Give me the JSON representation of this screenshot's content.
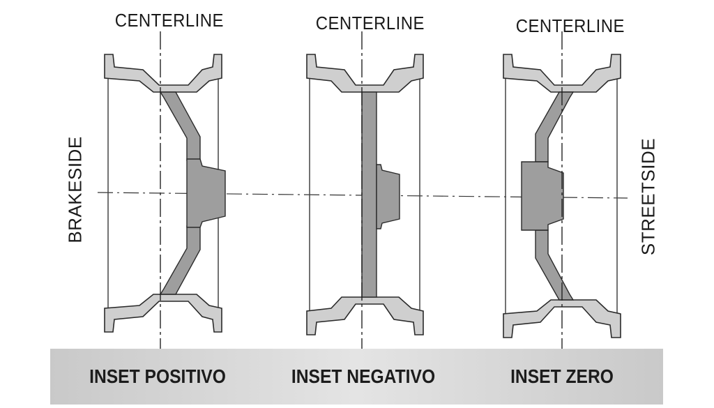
{
  "labels": {
    "centerline": "CENTERLINE",
    "brakeside": "BRAKESIDE",
    "streetside": "STREETSIDE"
  },
  "wheels": [
    {
      "id": "positive",
      "caption": "INSET POSITIVO"
    },
    {
      "id": "negative",
      "caption": "INSET NEGATIVO"
    },
    {
      "id": "zero",
      "caption": "INSET ZERO"
    }
  ],
  "colors": {
    "hub_fill": "#9e9e9e",
    "rim_fill": "#cfcfcf",
    "stroke": "#2a2a2a",
    "footer_bg": "#d6d6d6"
  }
}
